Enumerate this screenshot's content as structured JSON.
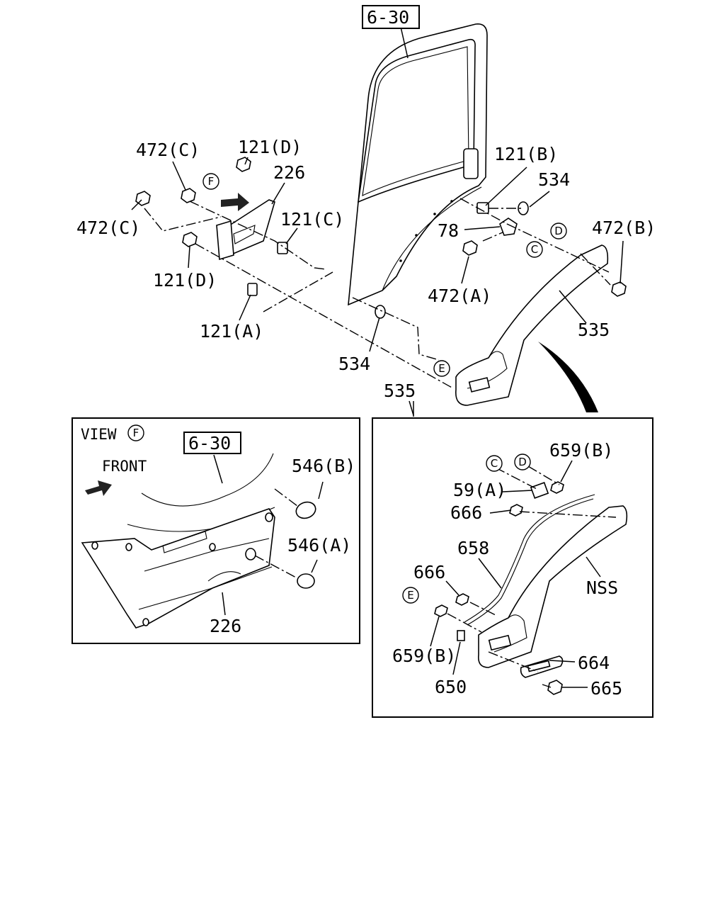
{
  "refs": {
    "door": "6-30",
    "inset_door": "6-30"
  },
  "callouts": {
    "c472c_top": "472(C)",
    "c121d_top": "121(D)",
    "c226_top": "226",
    "c472c_left": "472(C)",
    "c121c": "121(C)",
    "c121d_mid": "121(D)",
    "c121a": "121(A)",
    "c534_bottom": "534",
    "c121b": "121(B)",
    "c534_right": "534",
    "c78": "78",
    "c472b": "472(B)",
    "c472a": "472(A)",
    "c535_main": "535",
    "c535_inset": "535"
  },
  "markers": {
    "F_main": "F",
    "D_main": "D",
    "C_main": "C",
    "E_main": "E",
    "F_view": "F",
    "C_inset": "C",
    "D_inset": "D",
    "E_inset": "E"
  },
  "view_f": {
    "title": "VIEW",
    "front_label": "FRONT",
    "c546b": "546(B)",
    "c546a": "546(A)",
    "c226": "226"
  },
  "nss_inset": {
    "c659b_top": "659(B)",
    "c59a": "59(A)",
    "c666_top": "666",
    "c658": "658",
    "c666_mid": "666",
    "c659b_bot": "659(B)",
    "c650": "650",
    "nss": "NSS",
    "c664": "664",
    "c665": "665"
  }
}
